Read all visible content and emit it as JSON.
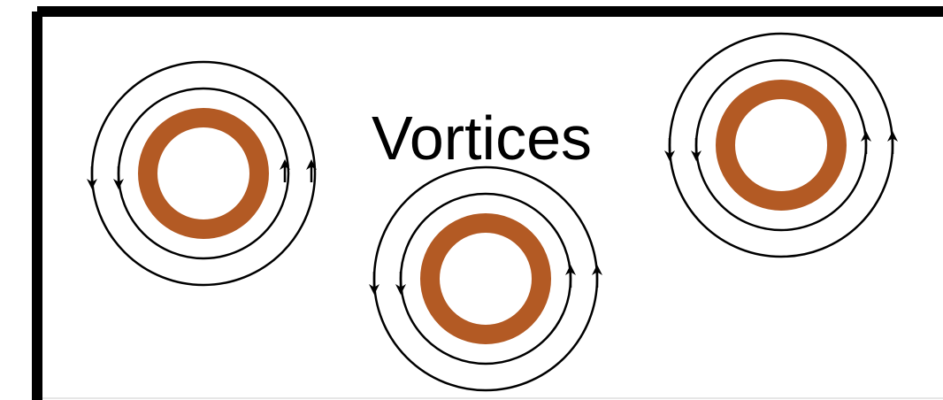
{
  "title": "Vortices",
  "colors": {
    "frame": "#000000",
    "ring": "#b35a24",
    "streamline": "#000000",
    "background": "#ffffff"
  },
  "vortices": [
    {
      "name": "vortex-left",
      "rotation": "counterclockwise"
    },
    {
      "name": "vortex-center",
      "rotation": "counterclockwise"
    },
    {
      "name": "vortex-right",
      "rotation": "counterclockwise"
    }
  ]
}
